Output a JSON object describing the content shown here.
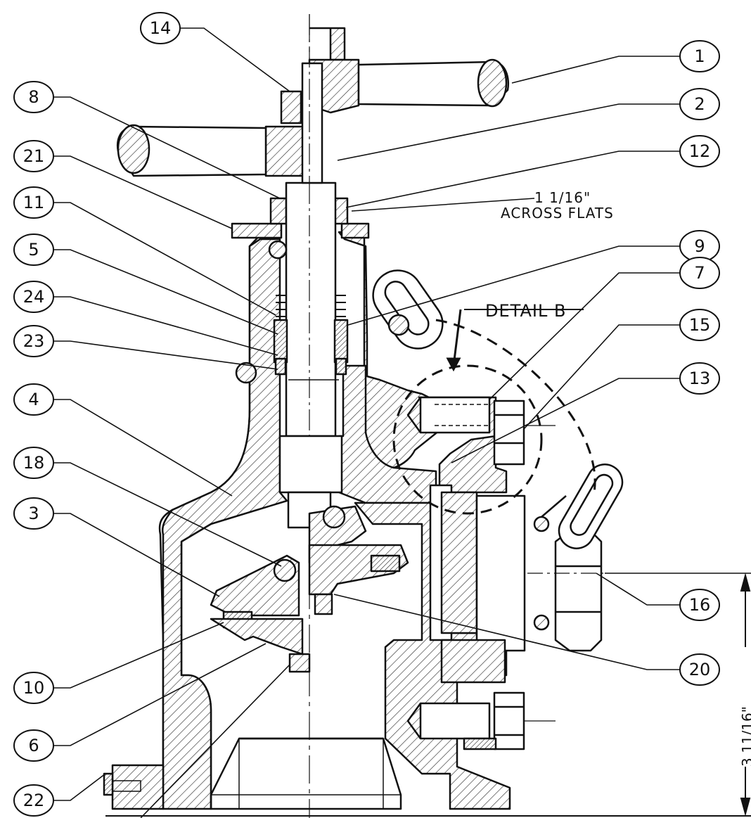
{
  "balloons": {
    "b14": "14",
    "b1": "1",
    "b8": "8",
    "b2": "2",
    "b21": "21",
    "b12": "12",
    "b11": "11",
    "b9": "9",
    "b5": "5",
    "b7": "7",
    "b24": "24",
    "b15": "15",
    "b23": "23",
    "b13": "13",
    "b4": "4",
    "b18": "18",
    "b3": "3",
    "b16": "16",
    "b10": "10",
    "b20": "20",
    "b6": "6",
    "b22": "22"
  },
  "notes": {
    "flats_dim": "1 1/16\"",
    "flats_label": "ACROSS FLATS",
    "detail": "DETAIL B",
    "height_dim": "3 11/16\""
  },
  "colors": {
    "ink": "#111111",
    "paper": "#ffffff",
    "hatch": "#333333"
  }
}
